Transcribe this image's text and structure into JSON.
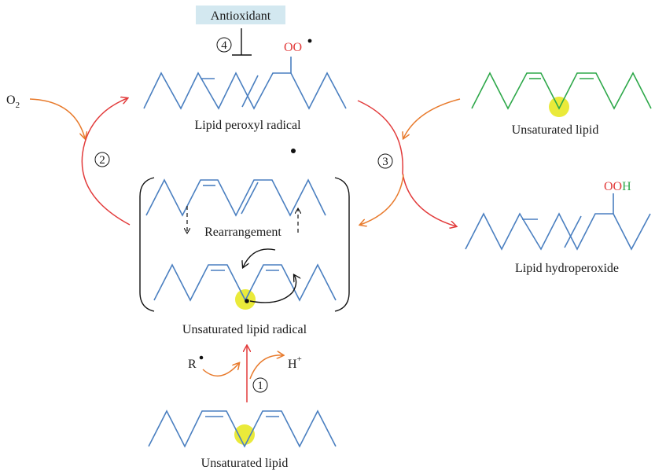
{
  "labels": {
    "antioxidant": "Antioxidant",
    "peroxyl_radical": "Lipid peroxyl radical",
    "unsat_lipid_top": "Unsaturated lipid",
    "hydroperoxide": "Lipid hydroperoxide",
    "rearrangement": "Rearrangement",
    "unsat_radical": "Unsaturated lipid radical",
    "unsat_lipid_bottom": "Unsaturated lipid"
  },
  "symbols": {
    "o2_main": "O",
    "o2_sub": "2",
    "oo": "OO",
    "ooh_o": "OO",
    "ooh_h": "H",
    "r": "R",
    "h": "H",
    "h_sup": "+",
    "radical_dot": "•"
  },
  "steps": {
    "s1": "1",
    "s2": "2",
    "s3": "3",
    "s4": "4"
  },
  "colors": {
    "chain": "#4a7fc0",
    "green_chain": "#2ea84a",
    "red": "#e23b3b",
    "orange": "#e87a2c",
    "highlight": "#eaea3a",
    "antioxidant_bg": "#d3e8f0"
  }
}
